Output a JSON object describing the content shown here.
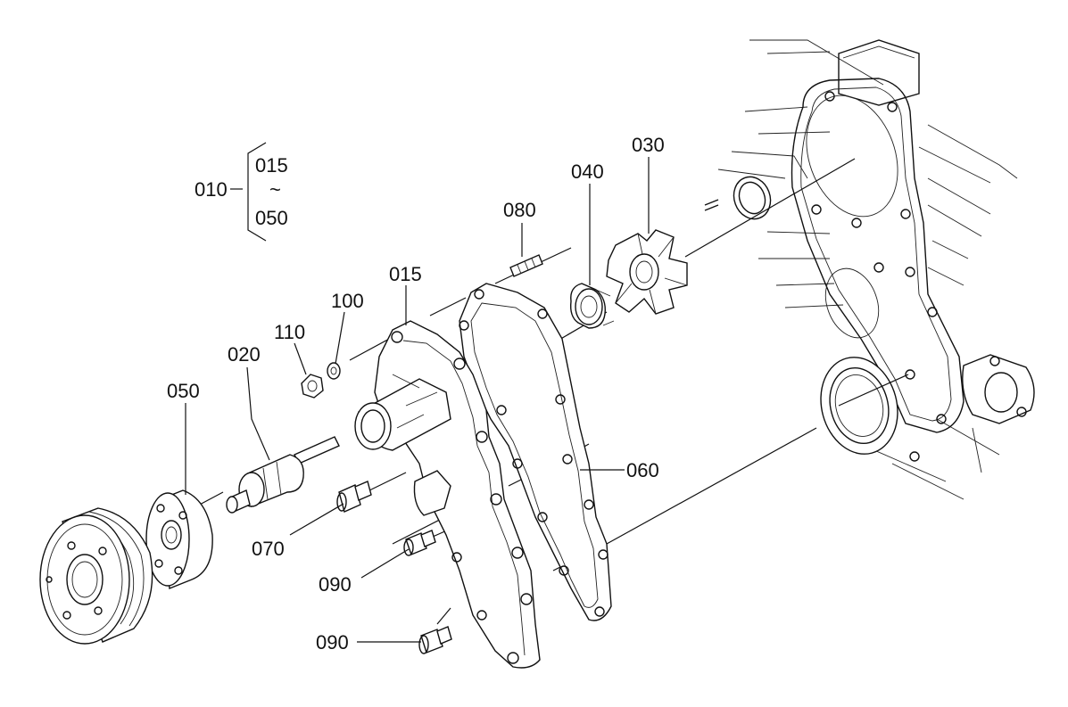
{
  "diagram": {
    "labels": {
      "l010": "010",
      "l015_group": "015",
      "l_tilde": "~",
      "l050_group": "050",
      "l030": "030",
      "l040": "040",
      "l080": "080",
      "l015": "015",
      "l100": "100",
      "l110": "110",
      "l020": "020",
      "l050": "050",
      "l060": "060",
      "l070": "070",
      "l090_a": "090",
      "l090_b": "090"
    }
  }
}
